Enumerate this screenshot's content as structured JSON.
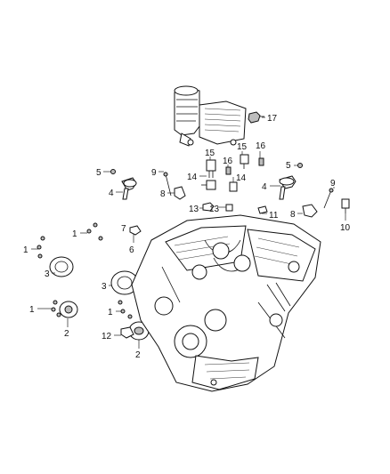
{
  "callouts": [
    {
      "id": "c17",
      "label": "17"
    },
    {
      "id": "c16a",
      "label": "16"
    },
    {
      "id": "c15a",
      "label": "15"
    },
    {
      "id": "c15b",
      "label": "15"
    },
    {
      "id": "c16b",
      "label": "16"
    },
    {
      "id": "c5a",
      "label": "5"
    },
    {
      "id": "c5b",
      "label": "5"
    },
    {
      "id": "c9a",
      "label": "9"
    },
    {
      "id": "c9b",
      "label": "9"
    },
    {
      "id": "c14a",
      "label": "14"
    },
    {
      "id": "c14b",
      "label": "14"
    },
    {
      "id": "c4a",
      "label": "4"
    },
    {
      "id": "c4b",
      "label": "4"
    },
    {
      "id": "c8a",
      "label": "8"
    },
    {
      "id": "c8b",
      "label": "8"
    },
    {
      "id": "c13a",
      "label": "13"
    },
    {
      "id": "c13b",
      "label": "13"
    },
    {
      "id": "c11",
      "label": "11"
    },
    {
      "id": "c10",
      "label": "10"
    },
    {
      "id": "c7",
      "label": "7"
    },
    {
      "id": "c6",
      "label": "6"
    },
    {
      "id": "c1a",
      "label": "1"
    },
    {
      "id": "c1b",
      "label": "1"
    },
    {
      "id": "c3a",
      "label": "3"
    },
    {
      "id": "c3b",
      "label": "3"
    },
    {
      "id": "c1c",
      "label": "1"
    },
    {
      "id": "c1d",
      "label": "1"
    },
    {
      "id": "c2a",
      "label": "2"
    },
    {
      "id": "c2b",
      "label": "2"
    },
    {
      "id": "c12",
      "label": "12"
    }
  ]
}
